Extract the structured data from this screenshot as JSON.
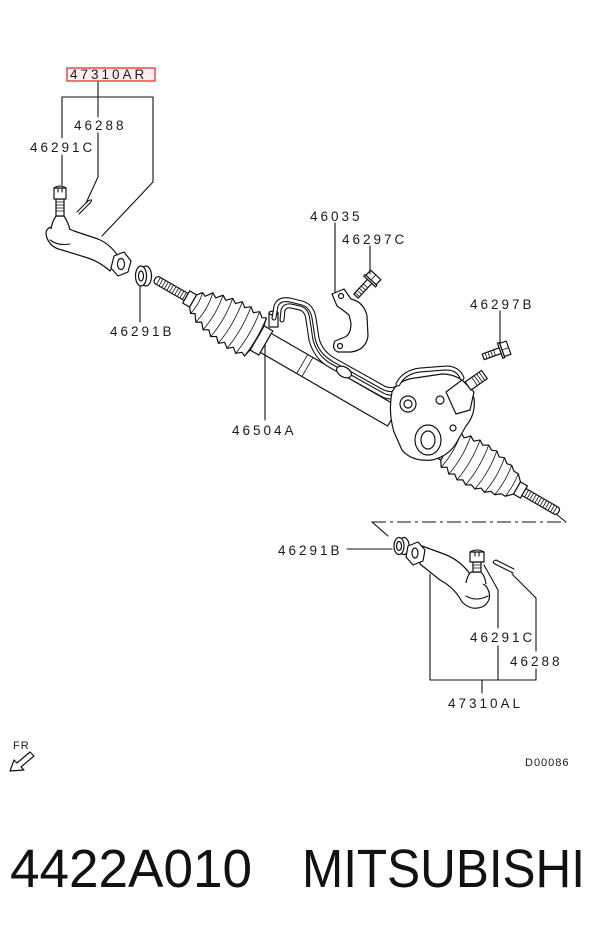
{
  "diagram": {
    "callouts": {
      "upper_tie_rod_end": "47310AR",
      "upper_cotter_pin": "46288",
      "upper_castle_nut": "46291C",
      "upper_jam_nut": "46291B",
      "clamp": "46035",
      "clamp_bolt": "46297C",
      "housing_bolt": "46297B",
      "gear_assembly": "46504A",
      "lower_jam_nut": "46291B",
      "lower_castle_nut": "46291C",
      "lower_cotter_pin": "46288",
      "lower_tie_rod_end": "47310AL"
    },
    "direction": {
      "label": "FR",
      "icon": "arrow-down-left-icon"
    },
    "diagram_code": "D00086",
    "highlight_color": "#e8302a"
  },
  "footer": {
    "part_number": "4422A010",
    "brand": "MITSUBISHI"
  }
}
